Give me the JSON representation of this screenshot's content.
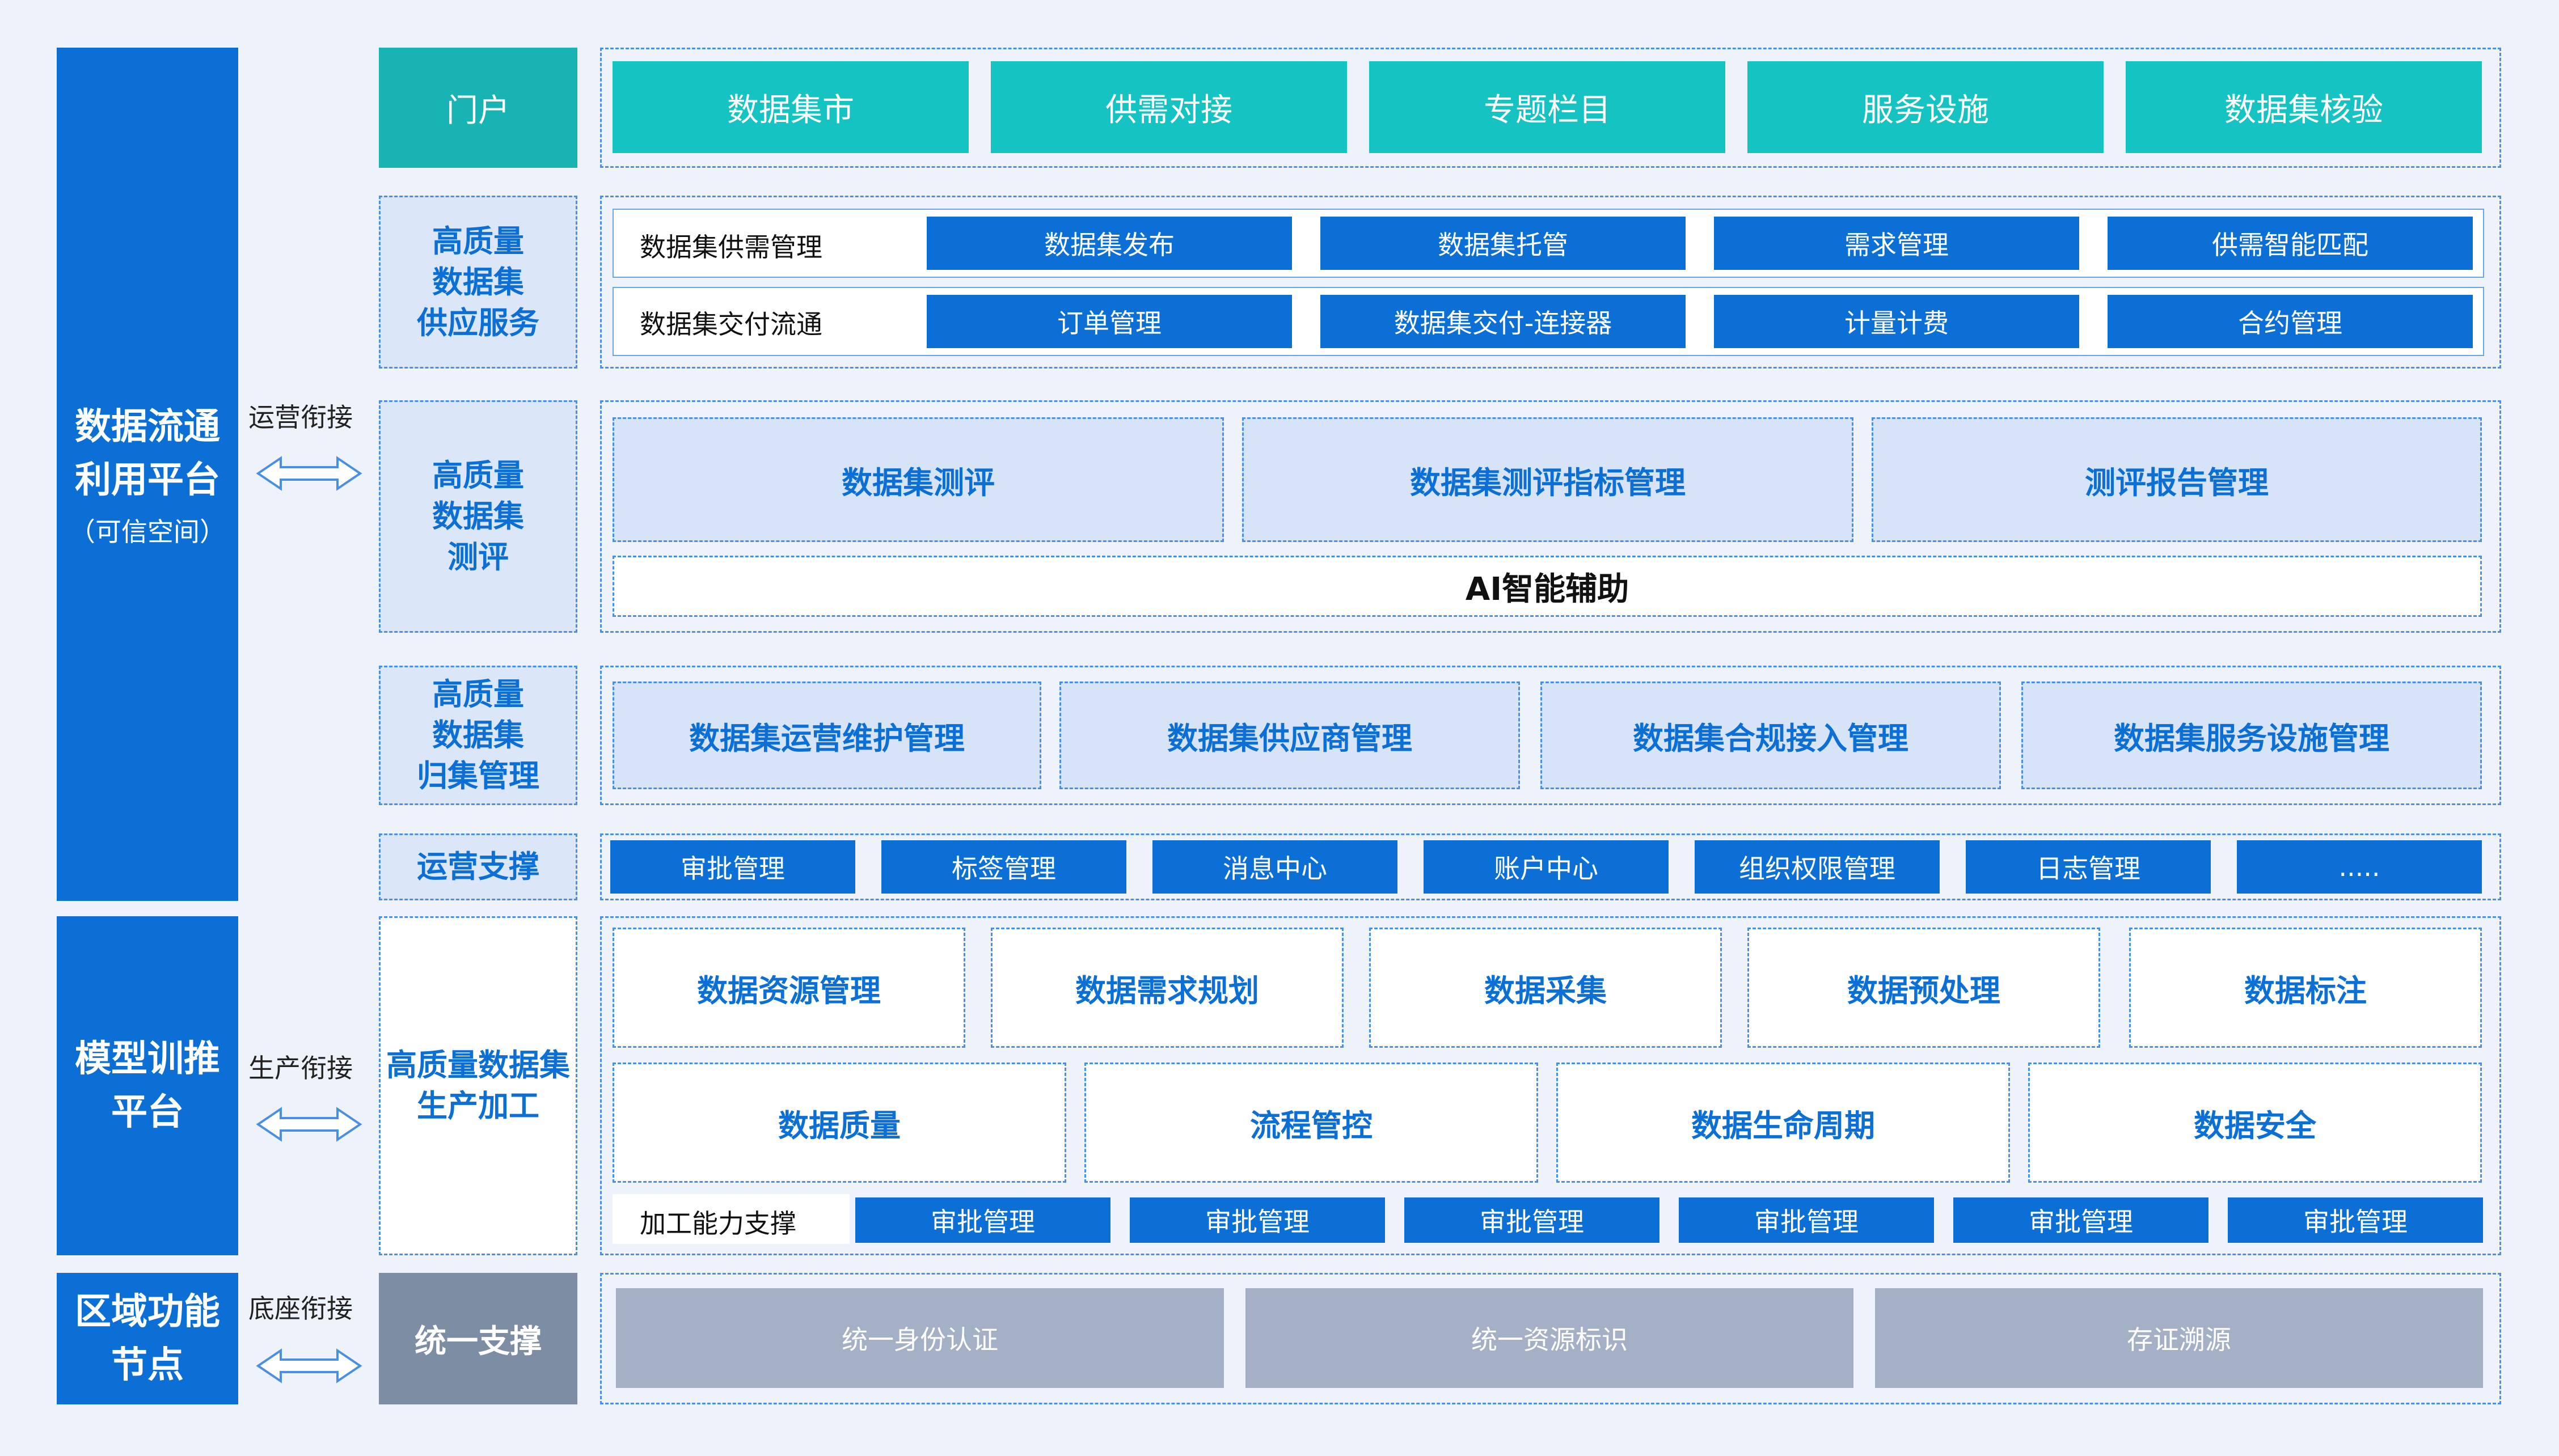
{
  "left_platforms": [
    {
      "title": "数据流通\n利用平台",
      "subtitle": "（可信空间）"
    },
    {
      "title": "模型训推\n平台"
    },
    {
      "title": "区域功能\n节点"
    }
  ],
  "connectors": [
    "运营衔接",
    "生产衔接",
    "底座衔接"
  ],
  "layers": {
    "portal": {
      "label": "门户",
      "items": [
        "数据集市",
        "供需对接",
        "专题栏目",
        "服务设施",
        "数据集核验"
      ]
    },
    "supply": {
      "label": "高质量\n数据集\n供应服务",
      "rows": [
        {
          "name": "数据集供需管理",
          "items": [
            "数据集发布",
            "数据集托管",
            "需求管理",
            "供需智能匹配"
          ]
        },
        {
          "name": "数据集交付流通",
          "items": [
            "订单管理",
            "数据集交付-连接器",
            "计量计费",
            "合约管理"
          ]
        }
      ]
    },
    "eval": {
      "label": "高质量\n数据集\n测评",
      "items": [
        "数据集测评",
        "数据集测评指标管理",
        "测评报告管理"
      ],
      "ai": "AI智能辅助"
    },
    "collect": {
      "label": "高质量\n数据集\n归集管理",
      "items": [
        "数据集运营维护管理",
        "数据集供应商管理",
        "数据集合规接入管理",
        "数据集服务设施管理"
      ]
    },
    "ops": {
      "label": "运营支撑",
      "items": [
        "审批管理",
        "标签管理",
        "消息中心",
        "账户中心",
        "组织权限管理",
        "日志管理",
        "....."
      ]
    },
    "production": {
      "label": "高质量数据集\n生产加工",
      "row1": [
        "数据资源管理",
        "数据需求规划",
        "数据采集",
        "数据预处理",
        "数据标注"
      ],
      "row2": [
        "数据质量",
        "流程管控",
        "数据生命周期",
        "数据安全"
      ],
      "support_label": "加工能力支撑",
      "support_items": [
        "审批管理",
        "审批管理",
        "审批管理",
        "审批管理",
        "审批管理",
        "审批管理"
      ]
    },
    "unified": {
      "label": "统一支撑",
      "items": [
        "统一身份认证",
        "统一资源标识",
        "存证溯源"
      ]
    }
  }
}
